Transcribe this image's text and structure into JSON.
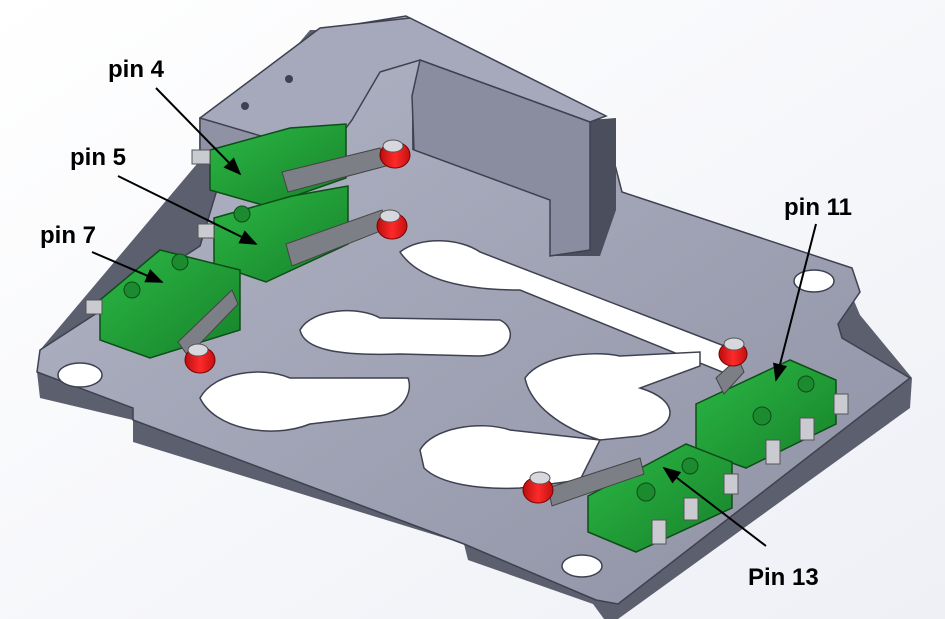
{
  "labels": {
    "pin4": "pin 4",
    "pin5": "pin 5",
    "pin7": "pin 7",
    "pin11": "pin 11",
    "pin13": "Pin 13"
  },
  "colors": {
    "plate_top": "#9ea1b3",
    "plate_side": "#5c5f6e",
    "switch_green": "#1f9a32",
    "roller_red": "#e01818",
    "lever_gray": "#7d7f86",
    "terminal": "#c9cbd1",
    "leader": "#000000"
  }
}
